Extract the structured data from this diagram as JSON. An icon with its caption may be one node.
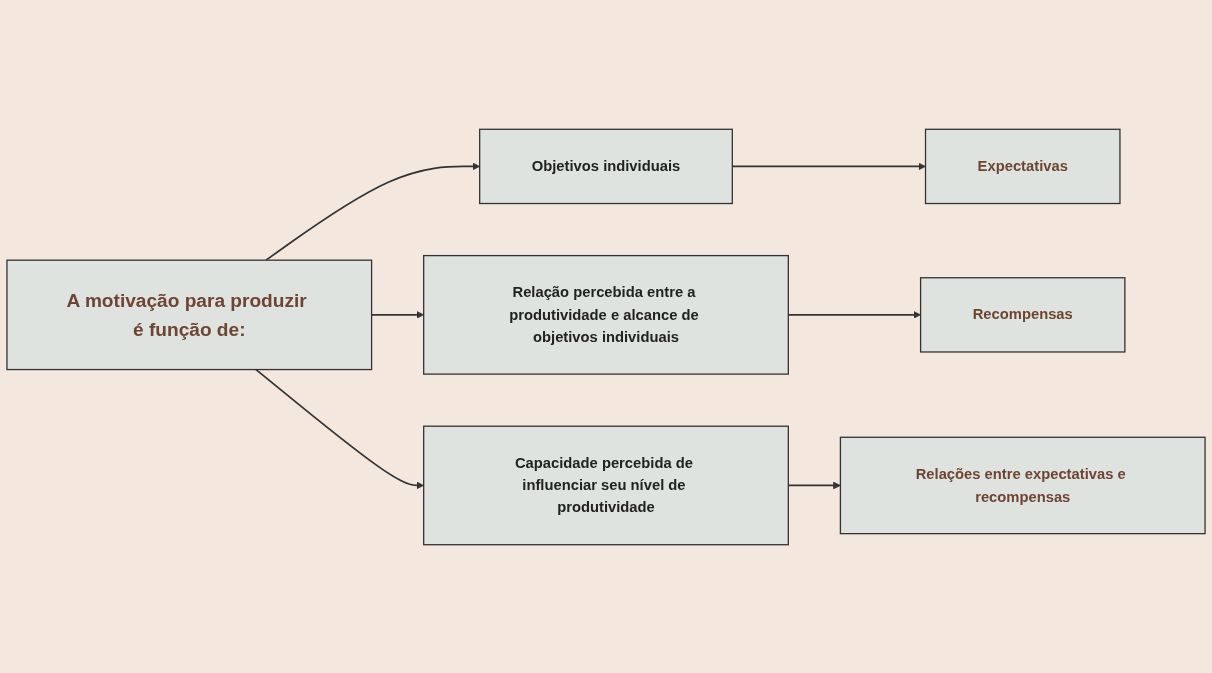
{
  "diagram": {
    "nodes": [
      {
        "text": [
          "A motivação para produzir é função de:"
        ]
      },
      {
        "text": [
          "Objetivos individuais"
        ]
      },
      {
        "text": [
          "Expectativas"
        ]
      },
      {
        "text": [
          "Relação percebida entre a produtividade e alcance de objetivos individuais"
        ]
      },
      {
        "text": [
          "Recompensas"
        ]
      },
      {
        "text": [
          "Capacidade percebida de influenciar seu nível de produtividade"
        ]
      },
      {
        "text": [
          "Relações entre expectativas e recompensas"
        ]
      }
    ],
    "edges": [
      {
        "from": 0,
        "to": 1,
        "arrow": "to"
      },
      {
        "from": 1,
        "to": 2,
        "arrow": "to"
      },
      {
        "from": 0,
        "to": 3,
        "arrow": "to"
      },
      {
        "from": 3,
        "to": 4,
        "arrow": "to"
      },
      {
        "from": 0,
        "to": 5,
        "arrow": "to"
      },
      {
        "from": 5,
        "to": 6,
        "arrow": "to"
      }
    ]
  }
}
